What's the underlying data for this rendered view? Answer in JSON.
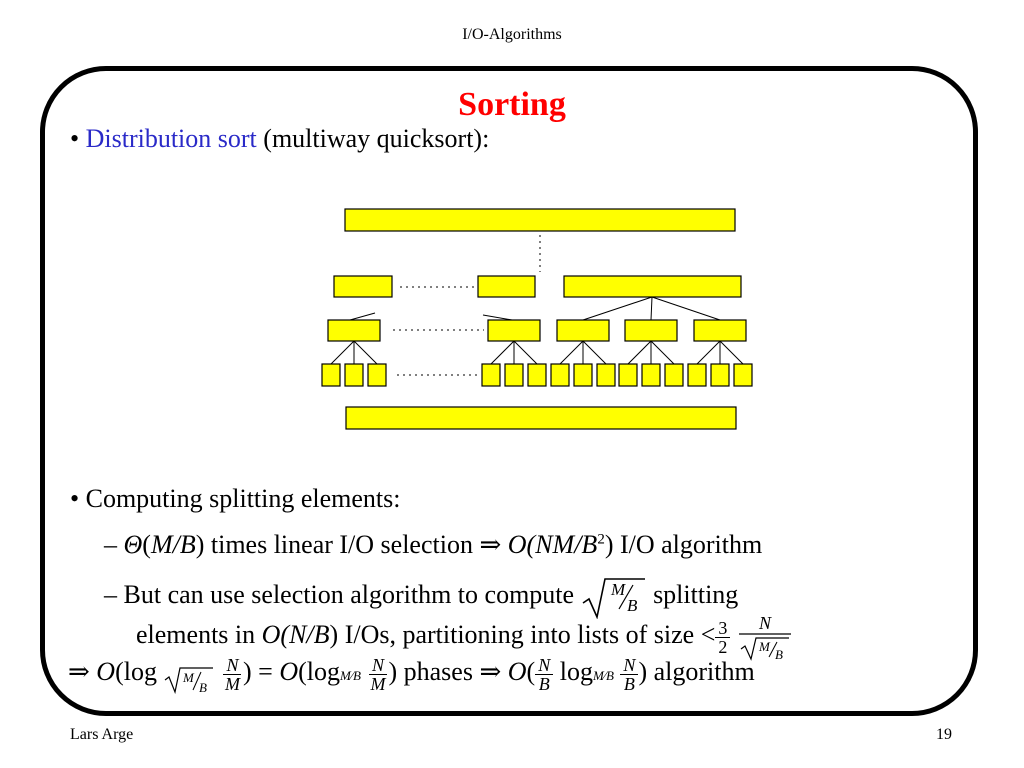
{
  "header": {
    "title": "I/O-Algorithms"
  },
  "slide": {
    "title": "Sorting",
    "bullet1": {
      "marker": "•",
      "highlight": "Distribution sort",
      "rest": " (multiway quicksort):"
    },
    "bullet2": {
      "marker": "•",
      "text": "Computing splitting elements:"
    },
    "sub1": {
      "dash": "–",
      "theta": "Θ",
      "paren_open": "(",
      "mb": "M/B",
      "after_theta": ") times linear I/O selection ",
      "implies": "⇒",
      "o": " O",
      "nm": "(NM/B",
      "sup": "2",
      "after": ") I/O algorithm"
    },
    "sub2": {
      "dash": "–",
      "text": "But can use selection algorithm to compute",
      "sqrt_num": "M",
      "sqrt_den": "B",
      "after": " splitting",
      "line2_pre": "elements in ",
      "line2_o": "O",
      "line2_nb": "(N/B",
      "line2_post": ") I/Os, partitioning into lists of size <",
      "frac_num": "3",
      "frac_den": "2",
      "frac2_num": "N",
      "frac2_den_num": "M",
      "frac2_den_den": "B"
    },
    "result": {
      "implies": "⇒",
      "o1": "O",
      "log1": "(log",
      "frac_n": "N",
      "frac_m": "M",
      "close": ")",
      "eq": " = ",
      "o2": "O",
      "log2": "(log",
      "sub_m": "M",
      "sub_b": "B",
      "close2": ")",
      "phases": " phases ",
      "implies2": "⇒",
      "o3": " O",
      "paren3": "(",
      "frac_nb_n": "N",
      "frac_nb_b": "B",
      "log3": " log",
      "close3": ")",
      "algorithm": " algorithm"
    }
  },
  "footer": {
    "author": "Lars Arge",
    "page": "19"
  },
  "colors": {
    "title": "#ff0000",
    "highlight": "#2a2ac8",
    "box_fill": "#ffff00",
    "box_stroke": "#000000"
  }
}
